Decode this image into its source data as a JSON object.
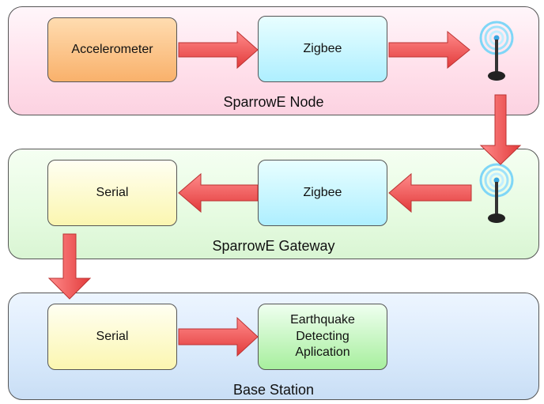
{
  "panels": {
    "node": {
      "title": "SparrowE Node"
    },
    "gateway": {
      "title": "SparrowE Gateway"
    },
    "base": {
      "title": "Base Station"
    }
  },
  "boxes": {
    "accelerometer": "Accelerometer",
    "node_zigbee": "Zigbee",
    "gateway_zigbee": "Zigbee",
    "gateway_serial": "Serial",
    "base_serial": "Serial",
    "application": "Earthquake\nDetecting\nAplication"
  },
  "icons": [
    "antenna-icon",
    "antenna-icon"
  ],
  "colors": {
    "arrow": "#f05050",
    "node_bg": "#ffdfea",
    "gateway_bg": "#e6fbe1",
    "base_bg": "#d8e9fb"
  }
}
